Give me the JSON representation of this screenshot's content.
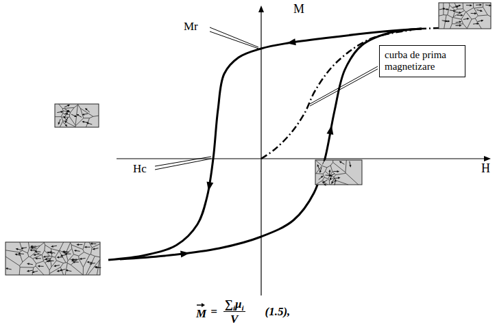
{
  "diagram": {
    "nodes": [
      {
        "text": [
          "curba de prima magnetizare"
        ]
      }
    ],
    "labels": [
      "M",
      "Mr",
      "Hc",
      "H",
      "M",
      "=",
      "∑",
      "i",
      "μ",
      "i",
      "V",
      "(1.5),"
    ]
  }
}
